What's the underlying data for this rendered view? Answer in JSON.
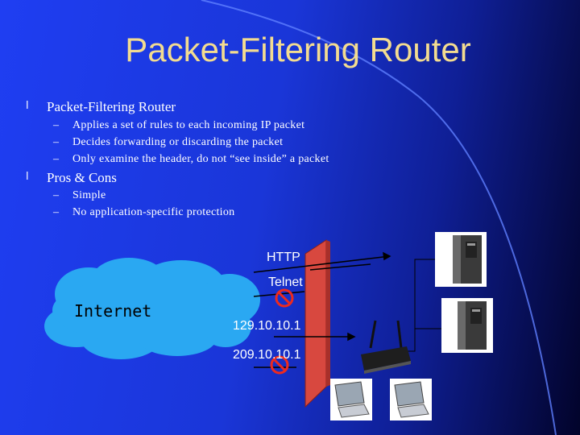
{
  "slide": {
    "title": "Packet-Filtering Router",
    "bullets": [
      {
        "text": "Packet-Filtering Router",
        "subitems": [
          "Applies a set of rules to each incoming IP packet",
          "Decides forwarding or discarding the packet",
          "Only examine the header, do not “see inside” a packet"
        ]
      },
      {
        "text": "Pros & Cons",
        "subitems": [
          "Simple",
          "No application-specific protection"
        ]
      }
    ],
    "bullet_glyph": "l",
    "sub_glyph": "–"
  },
  "diagram": {
    "cloud_label": "Internet",
    "traffic": [
      {
        "label": "HTTP",
        "blocked": false
      },
      {
        "label": "Telnet",
        "blocked": true
      },
      {
        "label": "129.10.10.1",
        "blocked": false
      },
      {
        "label": "209.10.10.1",
        "blocked": true
      }
    ],
    "colors": {
      "firewall": "#d8483f",
      "cloud": "#2aa8f2",
      "title": "#f3dc90",
      "block_sign": "#ee2a1e"
    },
    "icons": [
      "server-icon",
      "server-icon",
      "wireless-router-icon",
      "laptop-icon",
      "laptop-icon",
      "no-entry-icon"
    ]
  }
}
